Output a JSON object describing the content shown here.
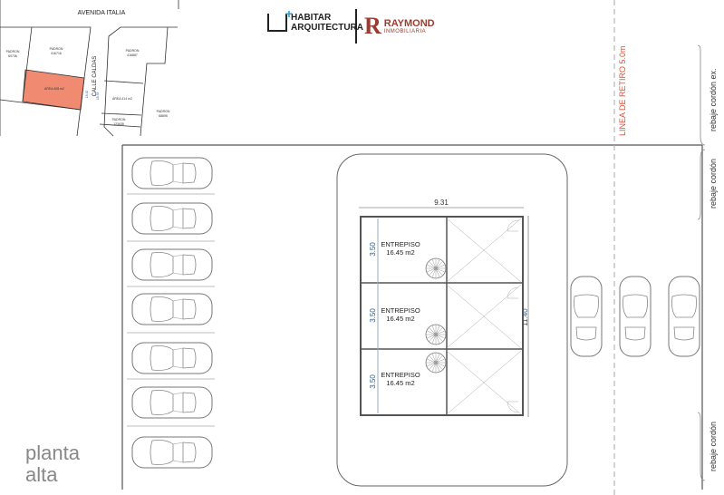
{
  "plan_title": [
    "planta",
    "alta"
  ],
  "logos": {
    "habitar": {
      "line1": "HABITAR",
      "line2": "ARQUITECTURA"
    },
    "raymond": {
      "letter": "R",
      "name": "RAYMOND",
      "sub": "INMOBILIARIA"
    }
  },
  "site_plan": {
    "street_top": "AVENIDA ITALIA",
    "street_side": "CALLE CALDAS",
    "lots": [
      {
        "label": "PADRON",
        "number": "60736"
      },
      {
        "label": "PADRON",
        "number": "416716"
      },
      {
        "label": "PADRON",
        "number": "416887"
      },
      {
        "label": "PADRON",
        "number": "68895"
      },
      {
        "label": "PADRON",
        "number": "123635"
      }
    ],
    "selected_area": "ÁREA 408 m2",
    "other_area": "ÁREA 414 m2",
    "frontage_left": "18.10",
    "frontage_right": "18.33"
  },
  "building": {
    "width": "9.31",
    "depth": "11.40",
    "units": [
      {
        "name": "ENTREPISO",
        "area": "16.45 m2",
        "width": "3.50"
      },
      {
        "name": "ENTREPISO",
        "area": "16.45 m2",
        "width": "3.50"
      },
      {
        "name": "ENTREPISO",
        "area": "16.45 m2",
        "width": "3.50"
      }
    ]
  },
  "annotations": {
    "setback": "LINEA DE RETIRO 5.0m",
    "curb_ex": "rebaje cordón ex.",
    "curb1": "rebaje cordón",
    "curb2": "rebaje cordón"
  },
  "colors": {
    "selected_lot": "#f08a70",
    "setback": "#e0533a",
    "dimension": "#2f5d8a",
    "plan_title": "#888888"
  }
}
